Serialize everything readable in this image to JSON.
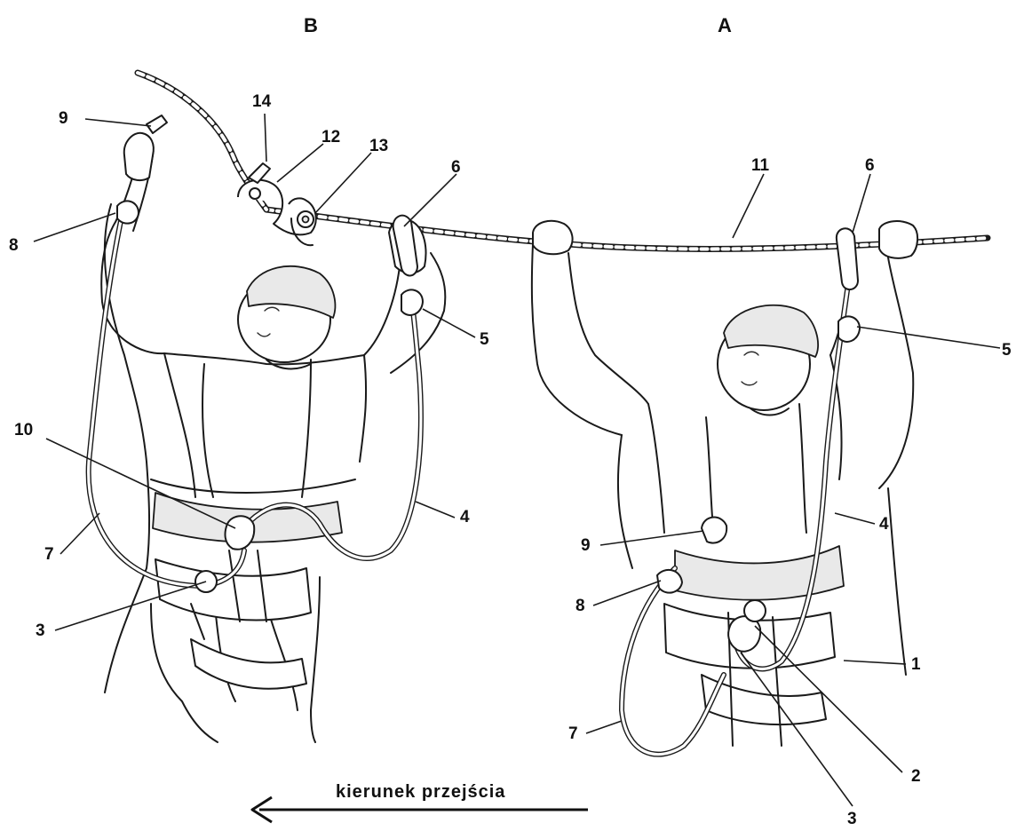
{
  "figure": {
    "panel_left": "B",
    "panel_right": "A",
    "direction_text": "kierunek przejścia",
    "labels_left": [
      "9",
      "14",
      "12",
      "13",
      "6",
      "8",
      "5",
      "10",
      "4",
      "7",
      "3"
    ],
    "labels_right": [
      "11",
      "6",
      "5",
      "4",
      "9",
      "8",
      "1",
      "7",
      "2",
      "3"
    ]
  }
}
